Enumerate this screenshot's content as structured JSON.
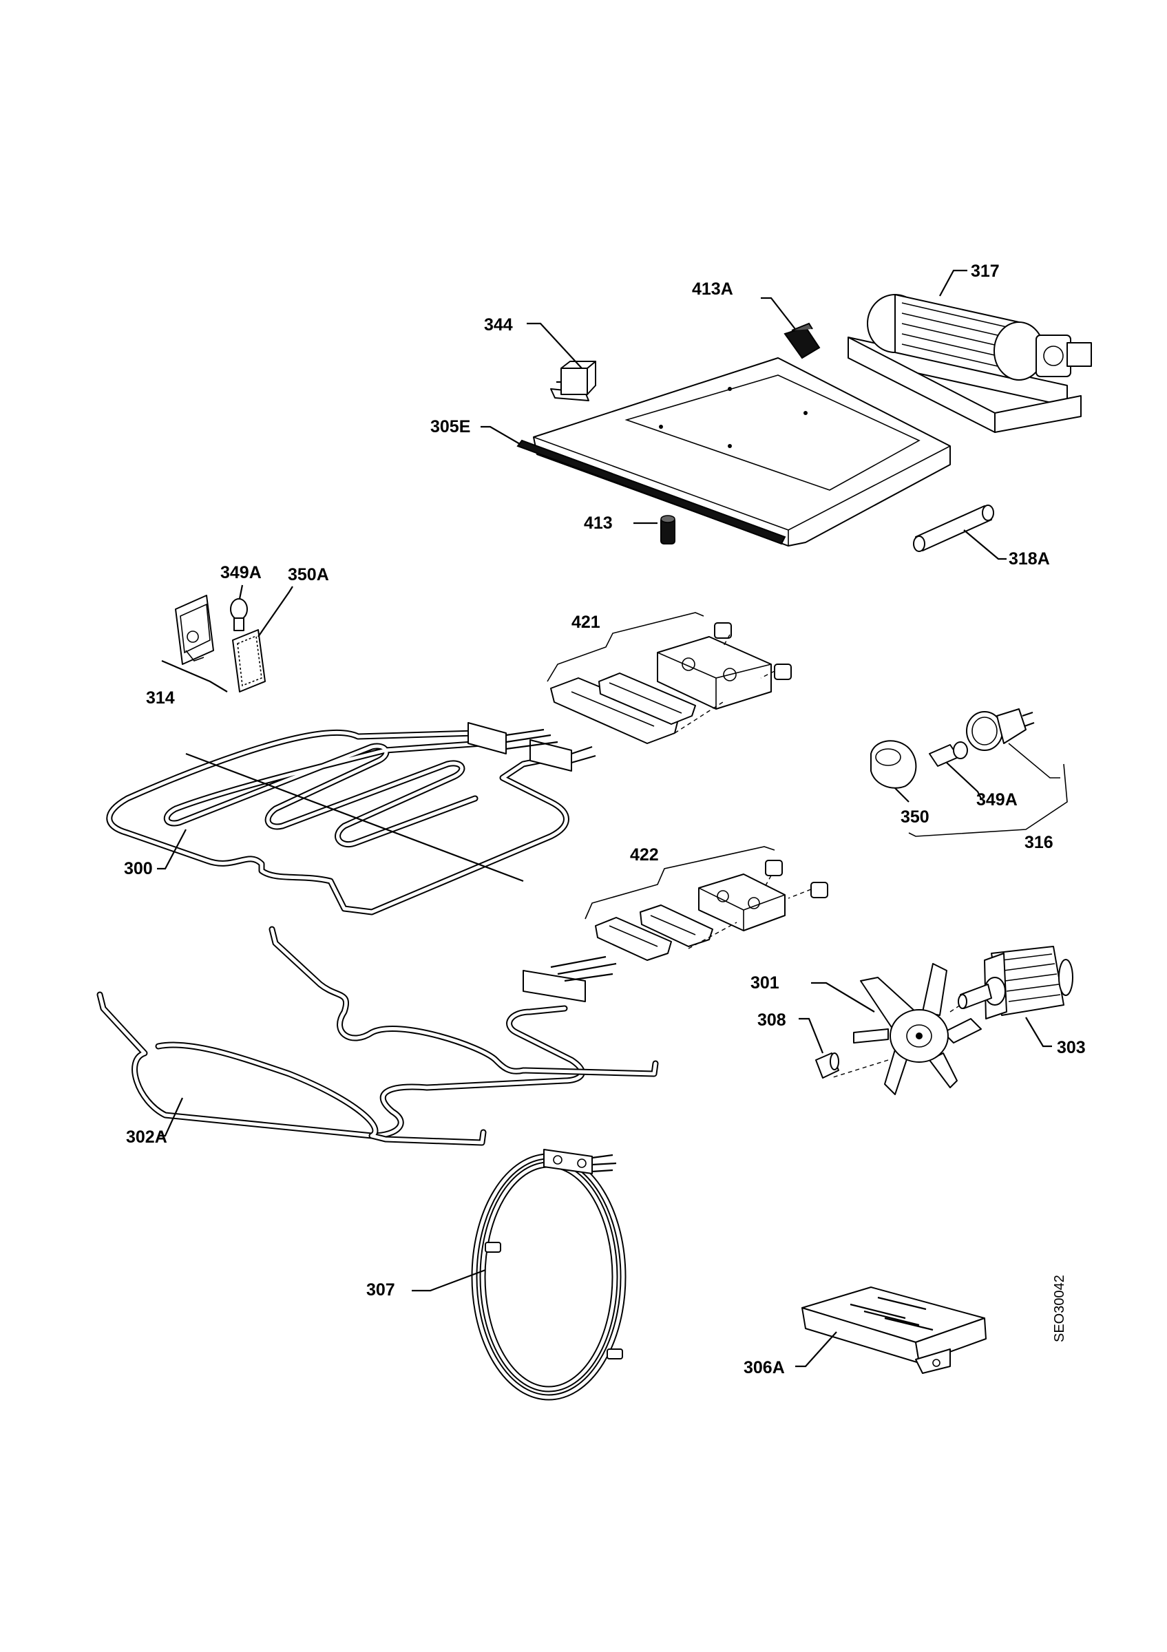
{
  "diagram": {
    "drawing_code": "SEO30042",
    "labels": [
      {
        "id": "317",
        "text": "317"
      },
      {
        "id": "413A",
        "text": "413A"
      },
      {
        "id": "344",
        "text": "344"
      },
      {
        "id": "305E",
        "text": "305E"
      },
      {
        "id": "413",
        "text": "413"
      },
      {
        "id": "318A",
        "text": "318A"
      },
      {
        "id": "349A-top",
        "text": "349A"
      },
      {
        "id": "350A",
        "text": "350A"
      },
      {
        "id": "314",
        "text": "314"
      },
      {
        "id": "421",
        "text": "421"
      },
      {
        "id": "300",
        "text": "300"
      },
      {
        "id": "350",
        "text": "350"
      },
      {
        "id": "349A-right",
        "text": "349A"
      },
      {
        "id": "316",
        "text": "316"
      },
      {
        "id": "422",
        "text": "422"
      },
      {
        "id": "302A",
        "text": "302A"
      },
      {
        "id": "303",
        "text": "303"
      },
      {
        "id": "301",
        "text": "301"
      },
      {
        "id": "308",
        "text": "308"
      },
      {
        "id": "307",
        "text": "307"
      },
      {
        "id": "306A",
        "text": "306A"
      }
    ]
  }
}
